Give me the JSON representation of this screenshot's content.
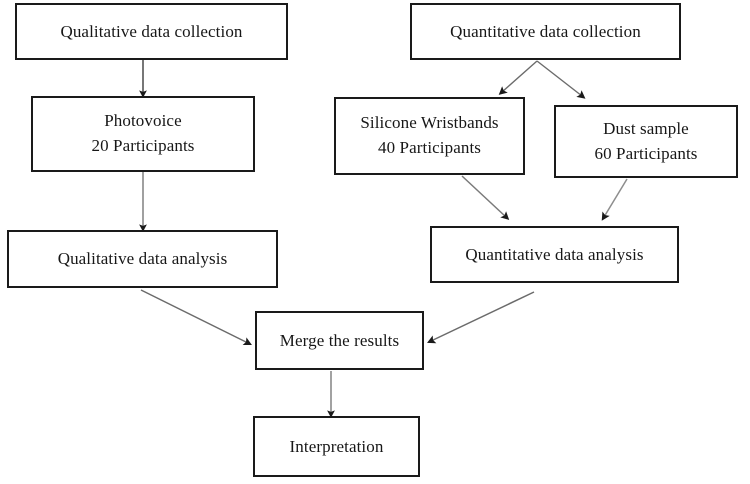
{
  "diagram": {
    "title": "Mixed methods research design flowchart",
    "type": "flowchart",
    "colors": {
      "box_border": "#1a1a1a",
      "box_fill": "#ffffff",
      "text": "#171717",
      "arrow_straight": "#2b2b2b",
      "arrow_diagonal": "#5a5a5a",
      "background": "#ffffff"
    },
    "nodes": {
      "qual_collection": {
        "label": "Qualitative data collection"
      },
      "quant_collection": {
        "label": "Quantitative data collection"
      },
      "photovoice": {
        "label": "Photovoice\n20 Participants"
      },
      "wristbands": {
        "label": "Silicone Wristbands\n40 Participants"
      },
      "dust": {
        "label": "Dust sample\n60 Participants"
      },
      "qual_analysis": {
        "label": "Qualitative data analysis"
      },
      "quant_analysis": {
        "label": "Quantitative data analysis"
      },
      "merge": {
        "label": "Merge the results"
      },
      "interpretation": {
        "label": "Interpretation"
      }
    },
    "edges": [
      {
        "from": "qual_collection",
        "to": "photovoice",
        "style": "vertical-arrow"
      },
      {
        "from": "quant_collection",
        "to": "wristbands",
        "style": "diagonal-arrow"
      },
      {
        "from": "quant_collection",
        "to": "dust",
        "style": "diagonal-arrow"
      },
      {
        "from": "photovoice",
        "to": "qual_analysis",
        "style": "vertical-arrow"
      },
      {
        "from": "wristbands",
        "to": "quant_analysis",
        "style": "diagonal-arrow"
      },
      {
        "from": "dust",
        "to": "quant_analysis",
        "style": "diagonal-arrow"
      },
      {
        "from": "qual_analysis",
        "to": "merge",
        "style": "diagonal-arrow"
      },
      {
        "from": "quant_analysis",
        "to": "merge",
        "style": "diagonal-arrow"
      },
      {
        "from": "merge",
        "to": "interpretation",
        "style": "vertical-arrow"
      }
    ]
  }
}
